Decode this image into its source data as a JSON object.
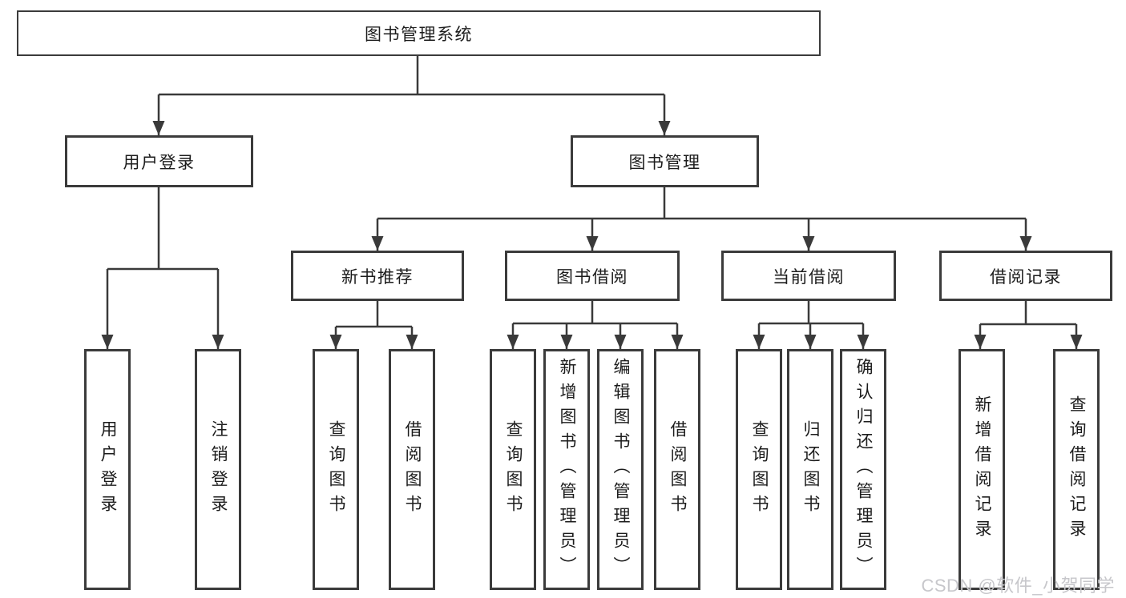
{
  "tree": {
    "label": "图书管理系统",
    "children": [
      {
        "label": "用户登录",
        "children": [
          {
            "label": "用户登录"
          },
          {
            "label": "注销登录"
          }
        ]
      },
      {
        "label": "图书管理",
        "children": [
          {
            "label": "新书推荐",
            "children": [
              {
                "label": "查询图书"
              },
              {
                "label": "借阅图书"
              }
            ]
          },
          {
            "label": "图书借阅",
            "children": [
              {
                "label": "查询图书"
              },
              {
                "label": "新增图书（管理员）"
              },
              {
                "label": "编辑图书（管理员）"
              },
              {
                "label": "借阅图书"
              }
            ]
          },
          {
            "label": "当前借阅",
            "children": [
              {
                "label": "查询图书"
              },
              {
                "label": "归还图书"
              },
              {
                "label": "确认归还（管理员）"
              }
            ]
          },
          {
            "label": "借阅记录",
            "children": [
              {
                "label": "新增借阅记录"
              },
              {
                "label": "查询借阅记录"
              }
            ]
          }
        ]
      }
    ]
  },
  "watermark": {
    "text": "CSDN @软件_小贺同学"
  },
  "colors": {
    "box_border": "#3b3b3b",
    "connector_line": "#3a3a3a",
    "arrowhead": "#3a3a3a",
    "text": "#1c1c1c",
    "watermark": "#c7c7cb",
    "background": "#ffffff"
  }
}
